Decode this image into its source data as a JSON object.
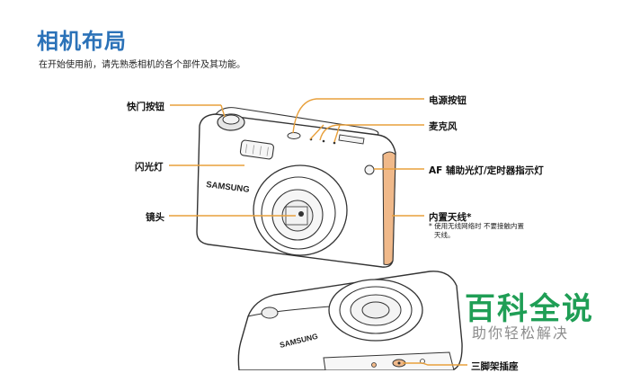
{
  "header": {
    "title": "相机布局",
    "subtitle": "在开始使用前，请先熟悉相机的各个部件及其功能。"
  },
  "callouts": {
    "shutter": "快门按钮",
    "flash": "闪光灯",
    "lens": "镜头",
    "power": "电源按钮",
    "mic": "麦克风",
    "af_lamp": "AF 辅助光灯/定时器指示灯",
    "antenna": "内置天线*",
    "tripod": "三脚架插座"
  },
  "antenna_note": {
    "line1": "* 使用无线网络时   不要接触内置",
    "line2": "天线。"
  },
  "camera": {
    "brand_front": "SAMSUNG",
    "brand_bottom": "SAMSUNG"
  },
  "watermark": {
    "main": "百科全说",
    "sub": "助你轻松解决"
  },
  "colors": {
    "title": "#2b72b8",
    "leader": "#e8a03c",
    "antenna": "#f0b98a",
    "watermark": "#1f9e55"
  }
}
